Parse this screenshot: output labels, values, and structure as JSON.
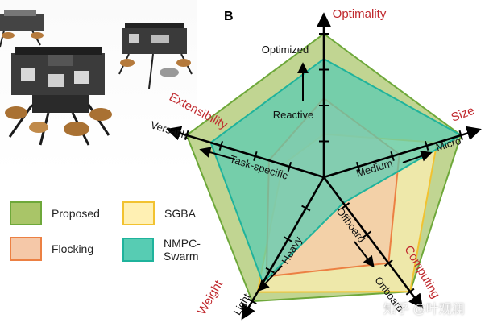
{
  "panel_letter": "B",
  "watermark": "知乎 @叶观澜",
  "legend": [
    {
      "label": "Proposed",
      "fill": "#a9c568",
      "stroke": "#6ea83a"
    },
    {
      "label": "SGBA",
      "fill": "#fff0b3",
      "stroke": "#f2c230"
    },
    {
      "label": "Flocking",
      "fill": "#f5c8a8",
      "stroke": "#ec8043"
    },
    {
      "label": "NMPC-Swarm",
      "fill": "#57ccb3",
      "stroke": "#1fb39c"
    }
  ],
  "axes": [
    {
      "name": "Optimality",
      "from": "Reactive",
      "to": "Optimized"
    },
    {
      "name": "Size",
      "from": "Medium",
      "to": "Micro"
    },
    {
      "name": "Computing",
      "from": "Offboard",
      "to": "Onboard"
    },
    {
      "name": "Weight",
      "from": "Heavy",
      "to": "Light"
    },
    {
      "name": "Extensibility",
      "from": "Task-specific",
      "to": "Versatile"
    }
  ],
  "axis_title_color": "#c0282d",
  "chart_data": {
    "type": "radar",
    "categories": [
      "Optimality",
      "Size",
      "Computing",
      "Weight",
      "Extensibility"
    ],
    "scale": [
      0,
      4
    ],
    "series": [
      {
        "name": "Proposed",
        "values": [
          4,
          4,
          4,
          4,
          4
        ],
        "fill": "#a9c568",
        "stroke": "#6ea83a"
      },
      {
        "name": "SGBA",
        "values": [
          1.2,
          3.3,
          4.0,
          3.7,
          1.2
        ],
        "fill": "#fff0b3",
        "stroke": "#f2c230"
      },
      {
        "name": "Flocking",
        "values": [
          2.2,
          2.2,
          3.0,
          3.2,
          1.6
        ],
        "fill": "#f5c8a8",
        "stroke": "#ec8043"
      },
      {
        "name": "NMPC-Swarm",
        "values": [
          3.3,
          4.0,
          0.9,
          3.4,
          3.3
        ],
        "fill": "#57ccb3",
        "stroke": "#1fb39c"
      }
    ]
  }
}
